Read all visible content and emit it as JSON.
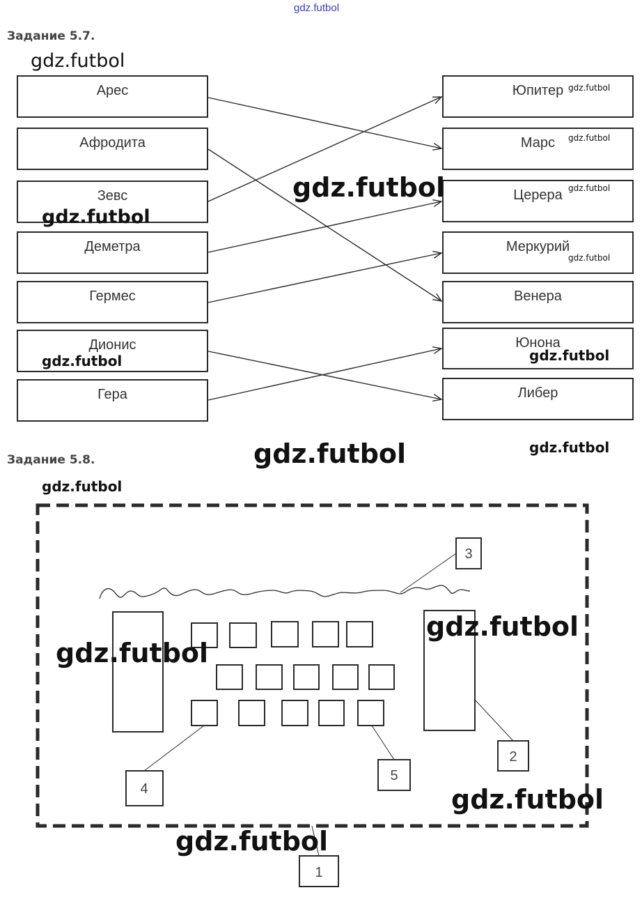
{
  "watermark": "gdz.futbol",
  "task_57": {
    "heading": "Задание 5.7.",
    "left_items": [
      "Арес",
      "Афродита",
      "Зевс",
      "Деметра",
      "Гермес",
      "Дионис",
      "Гера"
    ],
    "right_items": [
      "Юпитер",
      "Марс",
      "Церера",
      "Меркурий",
      "Венера",
      "Юнона",
      "Либер"
    ],
    "connections": [
      {
        "from": "Арес",
        "to": "Марс"
      },
      {
        "from": "Афродита",
        "to": "Венера"
      },
      {
        "from": "Зевс",
        "to": "Юпитер"
      },
      {
        "from": "Деметра",
        "to": "Церера"
      },
      {
        "from": "Гермес",
        "to": "Меркурий"
      },
      {
        "from": "Дионис",
        "to": "Либер"
      },
      {
        "from": "Гера",
        "to": "Юнона"
      }
    ]
  },
  "task_58": {
    "heading": "Задание 5.8.",
    "labels": [
      "1",
      "2",
      "3",
      "4",
      "5"
    ]
  }
}
